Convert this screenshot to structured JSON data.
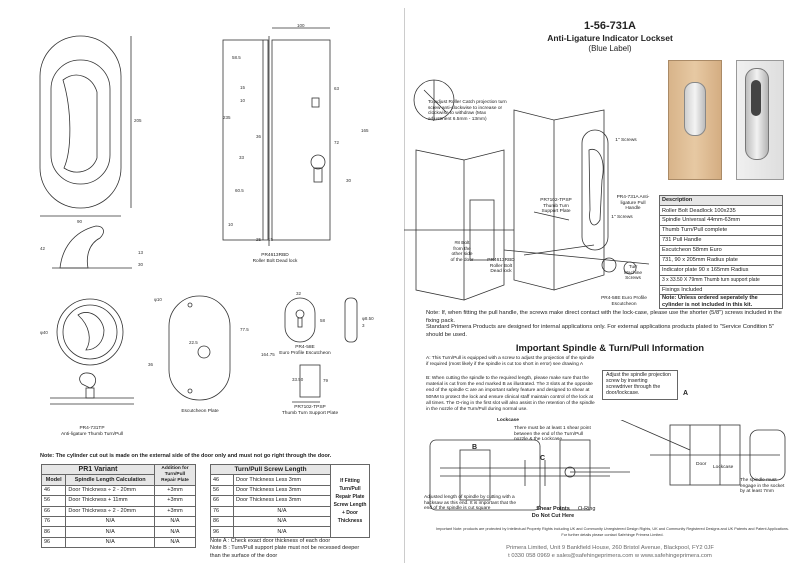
{
  "header": {
    "code": "1-56-731A",
    "title": "Anti-Ligature Indicator Lockset",
    "subtitle": "(Blue Label)"
  },
  "drawings": {
    "escutcheon_w": "90",
    "escutcheon_h": "205",
    "handle_h": "42",
    "handle_depth": "13",
    "handle_offset": "30",
    "body_width": "100",
    "dims_left": [
      "58.5",
      "15",
      "10",
      "36",
      "33",
      "60.5"
    ],
    "dims_right": [
      "63",
      "72",
      "165",
      "30"
    ],
    "dim_235": "235",
    "dim_25": "25",
    "dim_15": "15",
    "dim_10": "10",
    "lock_code": "PR4613RBD",
    "lock_label": "Roller Bolt Dead lock",
    "pull_code": "PR4-731TP",
    "pull_label": "Anti-ligature Thumb Turn/Pull",
    "plate_phi40": "φ40",
    "plate_phi10": "φ10",
    "plate_22_5": "22.5",
    "plate_77_5": "77.5",
    "plate_164_75": "164.75",
    "plate_36": "36",
    "plate_label": "Escutcheon Plate",
    "euro_code": "PR4-58E",
    "euro_label": "Euro Profile Escutcheon",
    "euro_32": "32",
    "euro_58": "58",
    "euro_phi": "φ8.50",
    "euro_3": "3",
    "ts_code": "PR7102-TPSP",
    "ts_label": "Thumb Turn Support Plate",
    "ts_w": "33.50",
    "ts_h": "79"
  },
  "note_top": "Note: The cylinder cut out is made on the external side of the door only and must not go right through the door.",
  "variant_table": {
    "title": "PR1 Variant",
    "extra_header": "Addition for Turn/Pull Repair Plate",
    "col_model": "Model",
    "col_calc": "Spindle Length Calculation",
    "rows": [
      [
        "46",
        "Door Thickness ÷ 2 - 20mm",
        "+3mm"
      ],
      [
        "56",
        "Door Thickness + 11mm",
        "+3mm"
      ],
      [
        "66",
        "Door Thickness ÷ 2 - 20mm",
        "+3mm"
      ],
      [
        "76",
        "N/A",
        "N/A"
      ],
      [
        "86",
        "N/A",
        "N/A"
      ],
      [
        "96",
        "N/A",
        "N/A"
      ]
    ]
  },
  "screw_table": {
    "title": "Turn/Pull Screw Length",
    "extra_header": "If Fitting Turn/Pull Repair Plate Screw Length + Door Thickness",
    "rows": [
      [
        "46",
        "Door Thickness Less 3mm"
      ],
      [
        "56",
        "Door Thickness Less 3mm"
      ],
      [
        "66",
        "Door Thickness Less 3mm"
      ],
      [
        "76",
        "N/A"
      ],
      [
        "86",
        "N/A"
      ],
      [
        "96",
        "N/A"
      ]
    ]
  },
  "notes_ab": [
    "Note A : Check exact door thickness of each door",
    "Note B : Turn/Pull support plate must not be recessed deeper than the surface of the door"
  ],
  "callouts": {
    "adjust": "To adjust Roller Catch projection turn screw anti-clockwise to increase or clockwise to withdraw (Max adjustment 6.5mm - 13mm)",
    "screws1": "1\" Screws",
    "screws2": "1\" Screws",
    "pull_handle": "PR4-731A Anti-ligature Pull Handle",
    "thumb_plate": "PR7102-TPSP Thumb Turn Support Plate",
    "bolt": "#8 Bolt from the other side of the door",
    "deadlock": "PR4613RBD Roller Bolt Dead lock",
    "machine": "Turr Machine Screws",
    "euro": "PR4-58E Euro Profile Escutcheon"
  },
  "spec": {
    "header": "Description",
    "rows": [
      "Roller Bolt Deadlock 100x235",
      "Spindle Universal 44mm-63mm",
      "Thumb Turn/Pull complete",
      "731 Pull Handle",
      "Escutcheon 58mm Euro",
      "731, 90 x 205mm Radius plate",
      "Indicator plate 90 x 165mm Radius",
      "3 x 33.50 X 79mm Thumb turn support plate",
      "Fixings Included",
      "Note: Unless ordered seperately the cylinder is not included in this kit."
    ]
  },
  "note_pull": "Note: If, when fitting the pull handle, the screws make direct contact with the lock-case, please use the shorter (5/8\") screws included in the fixing pack.",
  "note_standard": "Standard Primera Products are designed for internal applications only. For external applications products plated to \"Service Condition 5\" should be used.",
  "spindle": {
    "title": "Important Spindle & Turn/Pull Information",
    "para_a": "A: This Turn/Pull is equipped with a screw to adjust the projection of the spindle if required (most likely if the spindle is cut too short in error) see drawing A",
    "para_b": "B: When cutting the spindle to the required length, please make sure that the material is cut from the end marked B as illustrated. The 3 slots at the opposite end of the spindle C are an important safety feature and designed to shear at 50NM to protect the lock and ensure clinical staff maintain control of the lock at all times. The O-ring in the first slot will also assist in the retention of the spindle in the nozzle of the Turn/Pull during normal use.",
    "adjust_label": "Adjust the spindle projection screw by inserting screwdriver through the door/lockcase.",
    "at_least": "There must be at least 1 shear point between the end of the Turn/Pull nozzle & the Lockcase",
    "adjusted_length": "Adjusted length of spindle by cutting with a hacksaw as this end. It is important that the end of the spindle is cut square",
    "lockcase": "Lockcase",
    "lockcase2": "Lockcase",
    "door": "Door",
    "shear": "Shear Points",
    "do_not_cut": "Do Not Cut Here",
    "oring": "O-Ring",
    "engage": "The spindle must engage in the socket by at least 7mm",
    "label_a": "A",
    "label_b": "B",
    "label_c": "C",
    "important_note": "Important Note: products are protected by Intellectual Property Rights including UK and Community Unregistered Design Rights, UK and Community Registered Designs and UK Patents and Patent Applications.",
    "further": "For further details please contact Safehinge Primera Limited."
  },
  "footer": {
    "address": "Primera Limited, Unit 9 Bankfield House, 260 Bristol Avenue, Blackpool, FY2 0JF",
    "contact": "t 0330 058 0969  e sales@safehingeprimera.com  w www.safehingeprimera.com"
  }
}
